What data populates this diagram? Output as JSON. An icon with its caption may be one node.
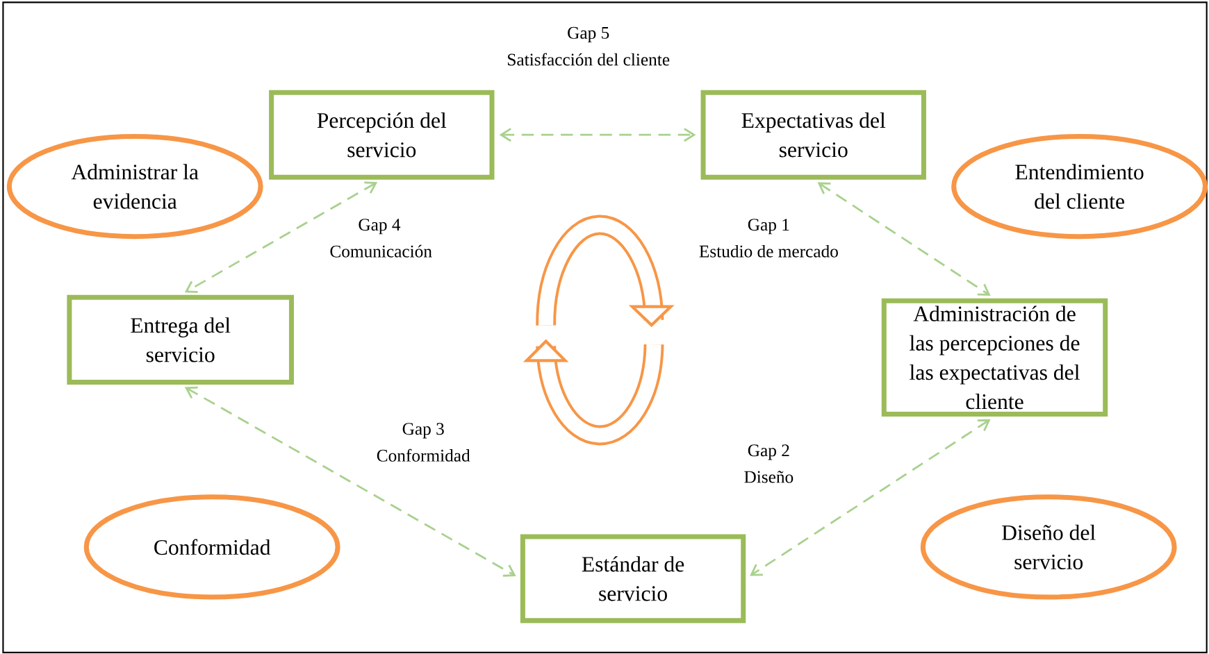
{
  "diagram": {
    "nodes": [
      {
        "text": [
          "Percepción del servicio"
        ]
      },
      {
        "text": [
          "Expectativas del servicio"
        ]
      },
      {
        "text": [
          "Administrar la evidencia"
        ]
      },
      {
        "text": [
          "Entendimiento del cliente"
        ]
      },
      {
        "text": [
          "Entrega del servicio"
        ]
      },
      {
        "text": [
          "Administración de las percepciones de las expectativas del cliente"
        ]
      },
      {
        "text": [
          "Conformidad"
        ]
      },
      {
        "text": [
          "Estándar de servicio"
        ]
      },
      {
        "text": [
          "Diseño del servicio"
        ]
      }
    ],
    "edges": [
      {
        "from": 0,
        "to": 1,
        "arrow": "both",
        "style": "dashed"
      },
      {
        "from": 0,
        "to": 4,
        "arrow": "both",
        "style": "dashed"
      },
      {
        "from": 1,
        "to": 5,
        "arrow": "both",
        "style": "dashed"
      },
      {
        "from": 5,
        "to": 7,
        "arrow": "both",
        "style": "dashed"
      },
      {
        "from": 4,
        "to": 7,
        "arrow": "both",
        "style": "dashed"
      }
    ],
    "labels": [
      "Gap 5",
      "Satisfacción del cliente",
      "Gap 4",
      "Comunicación",
      "Gap 1",
      "Estudio de mercado",
      "Gap 3",
      "Conformidad",
      "Gap 2",
      "Diseño"
    ]
  }
}
